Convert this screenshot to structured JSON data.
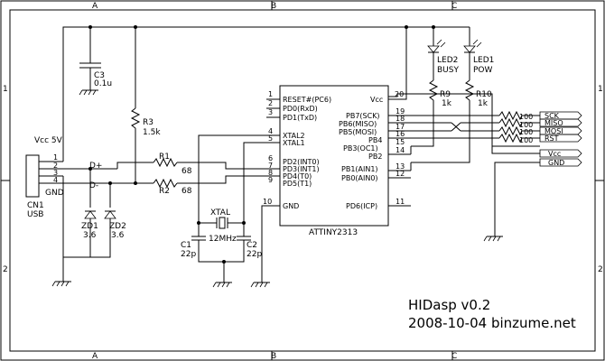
{
  "frame": {
    "cols": [
      "A",
      "B",
      "C"
    ],
    "rows": [
      "1",
      "2"
    ]
  },
  "ic": {
    "name": "ATTINY2313",
    "left_pins": [
      {
        "num": "1",
        "label": "RESET#(PC6)"
      },
      {
        "num": "2",
        "label": "PD0(RxD)"
      },
      {
        "num": "3",
        "label": "PD1(TxD)"
      },
      {
        "num": "4",
        "label": "XTAL2"
      },
      {
        "num": "5",
        "label": "XTAL1"
      },
      {
        "num": "6",
        "label": "PD2(INT0)"
      },
      {
        "num": "7",
        "label": "PD3(INT1)"
      },
      {
        "num": "8",
        "label": "PD4(T0)"
      },
      {
        "num": "9",
        "label": "PD5(T1)"
      },
      {
        "num": "10",
        "label": "GND"
      }
    ],
    "right_pins": [
      {
        "num": "20",
        "label": "Vcc"
      },
      {
        "num": "19",
        "label": "PB7(SCK)"
      },
      {
        "num": "18",
        "label": "PB6(MISO)"
      },
      {
        "num": "17",
        "label": "PB5(MOSI)"
      },
      {
        "num": "16",
        "label": "PB4"
      },
      {
        "num": "15",
        "label": "PB3(OC1)"
      },
      {
        "num": "14",
        "label": "PB2"
      },
      {
        "num": "13",
        "label": "PB1(AIN1)"
      },
      {
        "num": "12",
        "label": "PB0(AIN0)"
      },
      {
        "num": "11",
        "label": "PD6(ICP)"
      }
    ]
  },
  "usb": {
    "ref": "CN1",
    "type": "USB",
    "pins": [
      "1",
      "2",
      "3",
      "4"
    ],
    "vcc_label": "Vcc 5V",
    "dplus_label": "D+",
    "dminus_label": "D-",
    "gnd_label": "GND"
  },
  "parts": {
    "c3": {
      "ref": "C3",
      "value": "0.1u"
    },
    "r3": {
      "ref": "R3",
      "value": "1.5k"
    },
    "r1": {
      "ref": "R1",
      "value": "68"
    },
    "r2": {
      "ref": "R2",
      "value": "68"
    },
    "zd1": {
      "ref": "ZD1",
      "value": "3.6"
    },
    "zd2": {
      "ref": "ZD2",
      "value": "3.6"
    },
    "xtal": {
      "ref": "XTAL",
      "value": "12MHz"
    },
    "c1": {
      "ref": "C1",
      "value": "22p"
    },
    "c2": {
      "ref": "C2",
      "value": "22p"
    },
    "led2": {
      "ref": "LED2",
      "value": "BUSY"
    },
    "led1": {
      "ref": "LED1",
      "value": "POW"
    },
    "r9": {
      "ref": "R9",
      "value": "1k"
    },
    "r10": {
      "ref": "R10",
      "value": "1k"
    }
  },
  "connector": {
    "resistor_value": "100",
    "signals": [
      "SCK",
      "MISO",
      "MOSI",
      "RST",
      "Vcc",
      "GND"
    ]
  },
  "title_block": {
    "title": "HIDasp v0.2",
    "date_author": "2008-10-04 binzume.net"
  }
}
